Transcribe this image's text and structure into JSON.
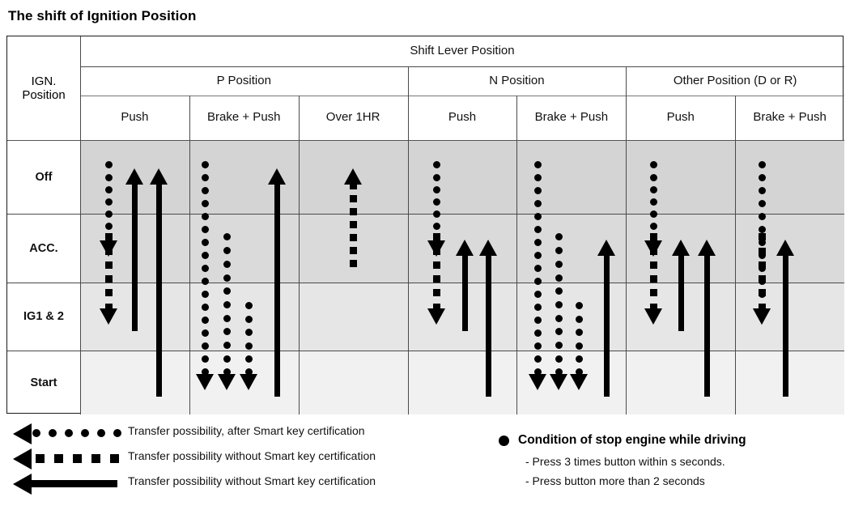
{
  "title": "The shift of Ignition Position",
  "table": {
    "corner_label": "IGN.\nPosition",
    "corner_line1": "IGN.",
    "corner_line2": "Position",
    "top_header": "Shift Lever Position",
    "groups": [
      {
        "label": "P Position",
        "columns": [
          "Push",
          "Brake + Push",
          "Over 1HR"
        ]
      },
      {
        "label": "N Position",
        "columns": [
          "Push",
          "Brake + Push"
        ]
      },
      {
        "label": "Other Position (D or R)",
        "columns": [
          "Push",
          "Brake + Push"
        ]
      }
    ],
    "rows": [
      {
        "label": "Off",
        "shade": "#d4d4d4"
      },
      {
        "label": "ACC.",
        "shade": "#dadada"
      },
      {
        "label": "IG1 & 2",
        "shade": "#e6e6e6"
      },
      {
        "label": "Start",
        "shade": "#f1f1f1"
      }
    ]
  },
  "legend_left": [
    {
      "style": "round-dotted",
      "text": "Transfer possibility, after Smart key certification"
    },
    {
      "style": "square-dashed",
      "text": "Transfer possibility without Smart key certification"
    },
    {
      "style": "solid",
      "text": "Transfer possibility without Smart key certification"
    }
  ],
  "legend_right": {
    "title": "Condition of stop engine while driving",
    "items": [
      "- Press 3 times button within s seconds.",
      "- Press button more than 2 seconds"
    ]
  },
  "chart_data": {
    "type": "diagram",
    "title": "The shift of Ignition Position",
    "row_axis": [
      "Off",
      "ACC.",
      "IG1 & 2",
      "Start"
    ],
    "column_axis": [
      "P Position / Push",
      "P Position / Brake + Push",
      "P Position / Over 1HR",
      "N Position / Push",
      "N Position / Brake + Push",
      "Other Position (D or R) / Push",
      "Other Position (D or R) / Brake + Push"
    ],
    "arrow_styles": {
      "round-dotted": "Transfer possibility, after Smart key certification",
      "square-dashed": "Transfer possibility without Smart key certification",
      "solid": "Transfer possibility without Smart key certification"
    },
    "arrows": [
      {
        "column": 0,
        "style": "round-dotted",
        "direction": "down",
        "from": "Off",
        "to": "ACC."
      },
      {
        "column": 0,
        "style": "square-dashed",
        "direction": "down",
        "from": "ACC.",
        "to": "IG1 & 2"
      },
      {
        "column": 0,
        "style": "solid",
        "direction": "up",
        "from": "IG1 & 2",
        "to": "Off"
      },
      {
        "column": 0,
        "style": "solid",
        "direction": "up",
        "from": "Start",
        "to": "Off"
      },
      {
        "column": 1,
        "style": "round-dotted",
        "direction": "down",
        "from": "Off",
        "to": "Start"
      },
      {
        "column": 1,
        "style": "round-dotted",
        "direction": "down",
        "from": "ACC.",
        "to": "Start"
      },
      {
        "column": 1,
        "style": "round-dotted",
        "direction": "down",
        "from": "IG1 & 2",
        "to": "Start"
      },
      {
        "column": 1,
        "style": "solid",
        "direction": "up",
        "from": "Start",
        "to": "Off"
      },
      {
        "column": 2,
        "style": "square-dashed",
        "direction": "up",
        "from": "ACC.",
        "to": "Off"
      },
      {
        "column": 3,
        "style": "round-dotted",
        "direction": "down",
        "from": "Off",
        "to": "ACC."
      },
      {
        "column": 3,
        "style": "square-dashed",
        "direction": "down",
        "from": "ACC.",
        "to": "IG1 & 2"
      },
      {
        "column": 3,
        "style": "solid",
        "direction": "up",
        "from": "IG1 & 2",
        "to": "ACC."
      },
      {
        "column": 3,
        "style": "solid",
        "direction": "up",
        "from": "Start",
        "to": "ACC."
      },
      {
        "column": 4,
        "style": "round-dotted",
        "direction": "down",
        "from": "Off",
        "to": "Start"
      },
      {
        "column": 4,
        "style": "round-dotted",
        "direction": "down",
        "from": "ACC.",
        "to": "Start"
      },
      {
        "column": 4,
        "style": "round-dotted",
        "direction": "down",
        "from": "IG1 & 2",
        "to": "Start"
      },
      {
        "column": 4,
        "style": "solid",
        "direction": "up",
        "from": "Start",
        "to": "ACC."
      },
      {
        "column": 5,
        "style": "round-dotted",
        "direction": "down",
        "from": "Off",
        "to": "ACC."
      },
      {
        "column": 5,
        "style": "square-dashed",
        "direction": "down",
        "from": "ACC.",
        "to": "IG1 & 2"
      },
      {
        "column": 5,
        "style": "solid",
        "direction": "up",
        "from": "IG1 & 2",
        "to": "ACC."
      },
      {
        "column": 5,
        "style": "solid",
        "direction": "up",
        "from": "Start",
        "to": "ACC."
      },
      {
        "column": 6,
        "style": "round-dotted",
        "direction": "down",
        "from": "Off",
        "to": "IG1 & 2"
      },
      {
        "column": 6,
        "style": "square-dashed",
        "direction": "down",
        "from": "ACC.",
        "to": "IG1 & 2"
      },
      {
        "column": 6,
        "style": "solid",
        "direction": "up",
        "from": "Start",
        "to": "ACC."
      }
    ]
  }
}
